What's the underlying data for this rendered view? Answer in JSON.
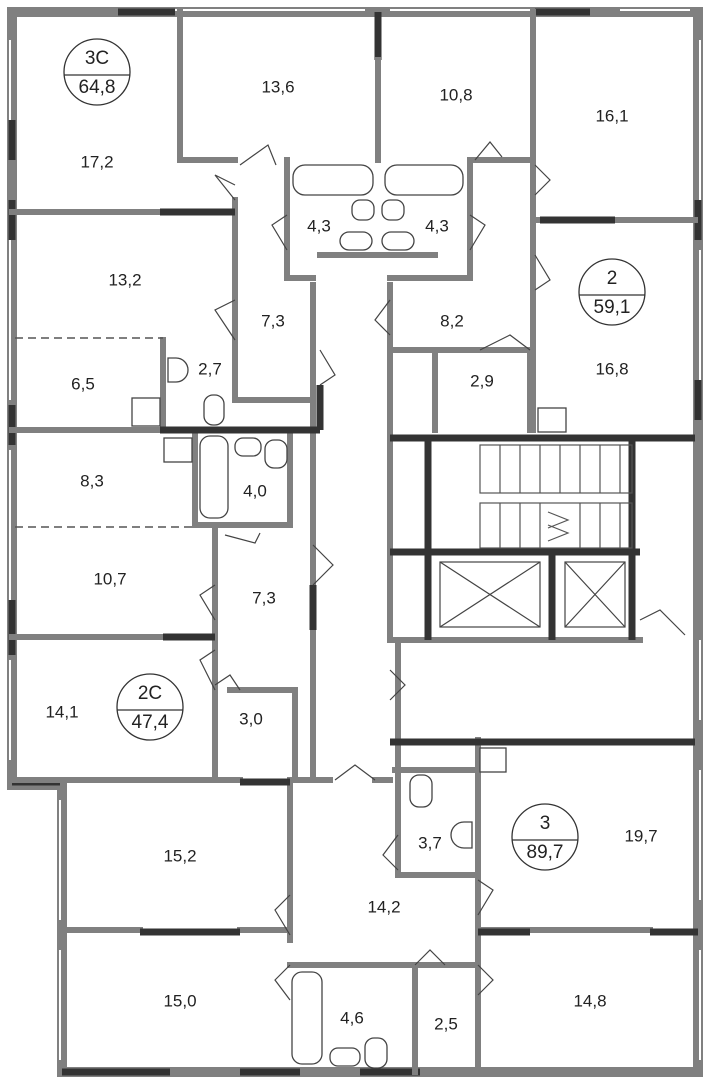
{
  "apartments": [
    {
      "type": "3С",
      "area": "64,8"
    },
    {
      "type": "2",
      "area": "59,1"
    },
    {
      "type": "2С",
      "area": "47,4"
    },
    {
      "type": "3",
      "area": "89,7"
    }
  ],
  "rooms": [
    "17,2",
    "13,6",
    "10,8",
    "16,1",
    "4,3",
    "4,3",
    "13,2",
    "7,3",
    "8,2",
    "16,8",
    "6,5",
    "2,7",
    "2,9",
    "8,3",
    "4,0",
    "10,7",
    "7,3",
    "14,1",
    "3,0",
    "15,2",
    "14,2",
    "3,7",
    "19,7",
    "15,0",
    "4,6",
    "2,5",
    "14,8"
  ],
  "colors": {
    "wall": "#808080",
    "bearing_wall": "#333333"
  }
}
